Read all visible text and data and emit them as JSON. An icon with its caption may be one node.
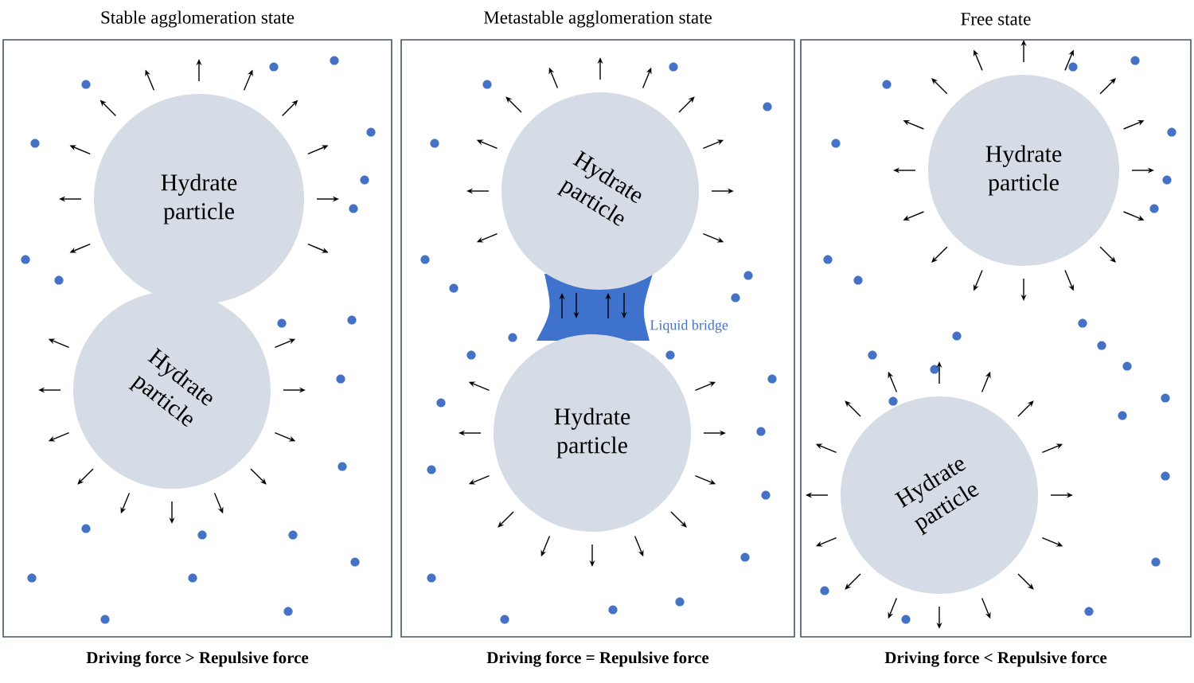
{
  "diagram": {
    "nodes": [
      {
        "text": [
          "Stable agglomeration state"
        ],
        "beside": [
          "Driving force > Repulsive force"
        ]
      },
      {
        "text": [
          "Hydrate particle"
        ],
        "in": 0
      },
      {
        "text": [
          "Hydrate particle"
        ],
        "in": 0
      },
      {
        "text": [
          "Metastable agglomeration state"
        ],
        "beside": [
          "Driving force = Repulsive force"
        ]
      },
      {
        "text": [
          "Hydrate particle"
        ],
        "in": 3
      },
      {
        "text": [
          "Liquid bridge"
        ],
        "in": 3
      },
      {
        "text": [
          "Hydrate particle"
        ],
        "in": 3
      },
      {
        "text": [
          "Free state"
        ],
        "beside": [
          "Driving force < Repulsive force"
        ]
      },
      {
        "text": [
          "Hydrate particle"
        ],
        "in": 7
      },
      {
        "text": [
          "Hydrate particle"
        ],
        "in": 7
      }
    ]
  }
}
